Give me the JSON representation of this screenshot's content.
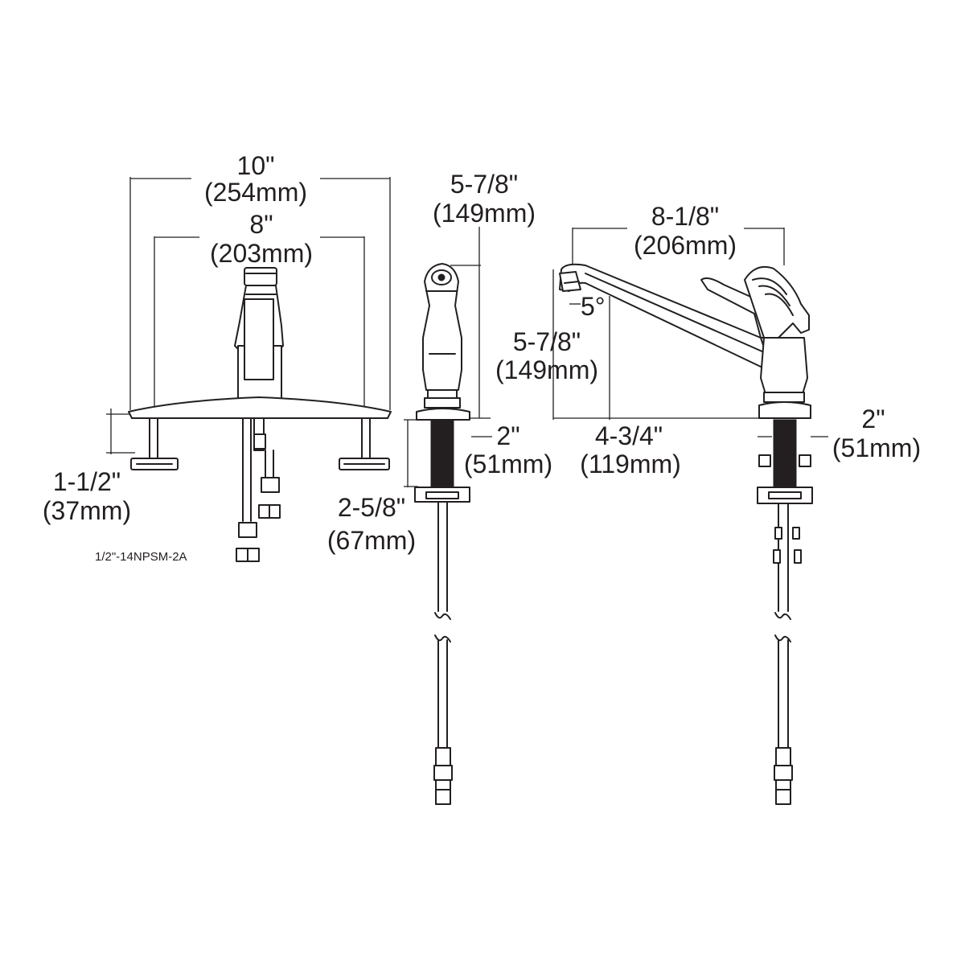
{
  "front_view": {
    "overall_width_in": "10\"",
    "overall_width_mm": "(254mm)",
    "hole_spacing_in": "8\"",
    "hole_spacing_mm": "(203mm)",
    "mount_depth_in": "1-1/2\"",
    "mount_depth_mm": "(37mm)",
    "thread_spec": "1/2\"-14NPSM-2A"
  },
  "spray_view": {
    "height_in": "5-7/8\"",
    "height_mm": "(149mm)",
    "base_width_in": "2\"",
    "base_width_mm": "(51mm)",
    "shank_length_in": "2-5/8\"",
    "shank_length_mm": "(67mm)"
  },
  "side_view": {
    "reach_in": "8-1/8\"",
    "reach_mm": "(206mm)",
    "angle": "5°",
    "spout_height_in": "5-7/8\"",
    "spout_height_mm": "(149mm)",
    "outlet_offset_in": "4-3/4\"",
    "outlet_offset_mm": "(119mm)",
    "base_width_in": "2\"",
    "base_width_mm": "(51mm)"
  },
  "colors": {
    "line": "#231f20",
    "background": "#ffffff"
  }
}
